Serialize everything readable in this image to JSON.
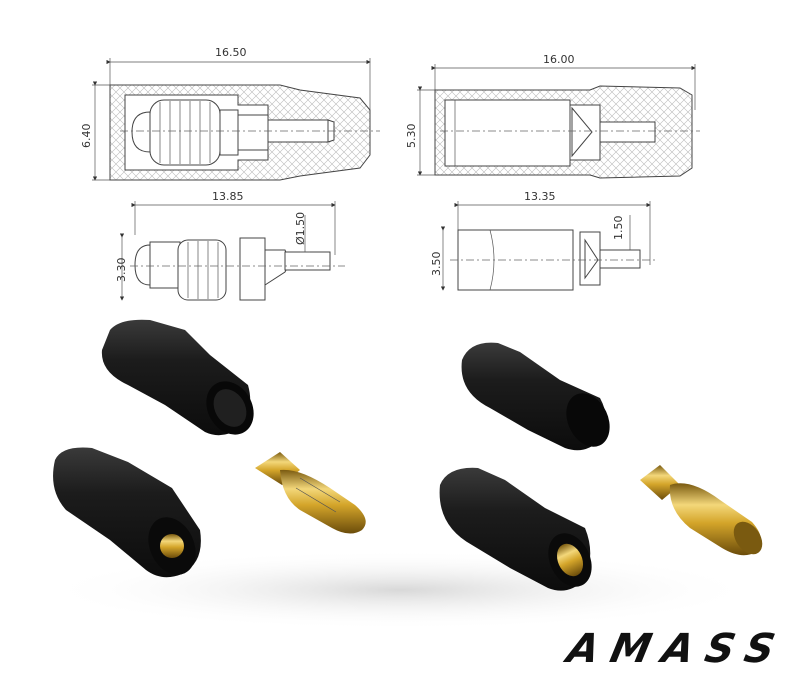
{
  "drawings": {
    "top_left": {
      "length": "16.50",
      "height": "6.40"
    },
    "top_right": {
      "length": "16.00",
      "height": "5.30"
    },
    "bottom_left": {
      "length": "13.85",
      "height": "3.30",
      "pin_diameter": "Ø1.50"
    },
    "bottom_right": {
      "length": "13.35",
      "height": "3.50",
      "pin_diameter": "1.50"
    }
  },
  "brand": {
    "logo_text": "AMASS"
  },
  "colors": {
    "housing": "#1a1a1a",
    "gold": "#d4a52a",
    "line": "#444444"
  }
}
